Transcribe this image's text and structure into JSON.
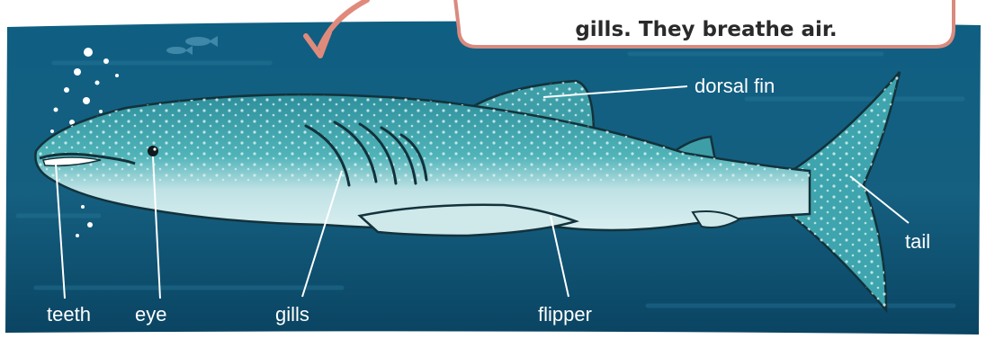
{
  "callout": {
    "visible_text": "gills. They breathe air.",
    "border_color": "#d98a7f"
  },
  "labels": {
    "dorsal_fin": "dorsal fin",
    "tail": "tail",
    "teeth": "teeth",
    "eye": "eye",
    "gills": "gills",
    "flipper": "flipper"
  },
  "colors": {
    "water_dark": "#0b4e6f",
    "water_mid": "#176d8e",
    "shark_top": "#3aa3ad",
    "shark_belly": "#cfe8ea",
    "label_text": "#ffffff"
  }
}
